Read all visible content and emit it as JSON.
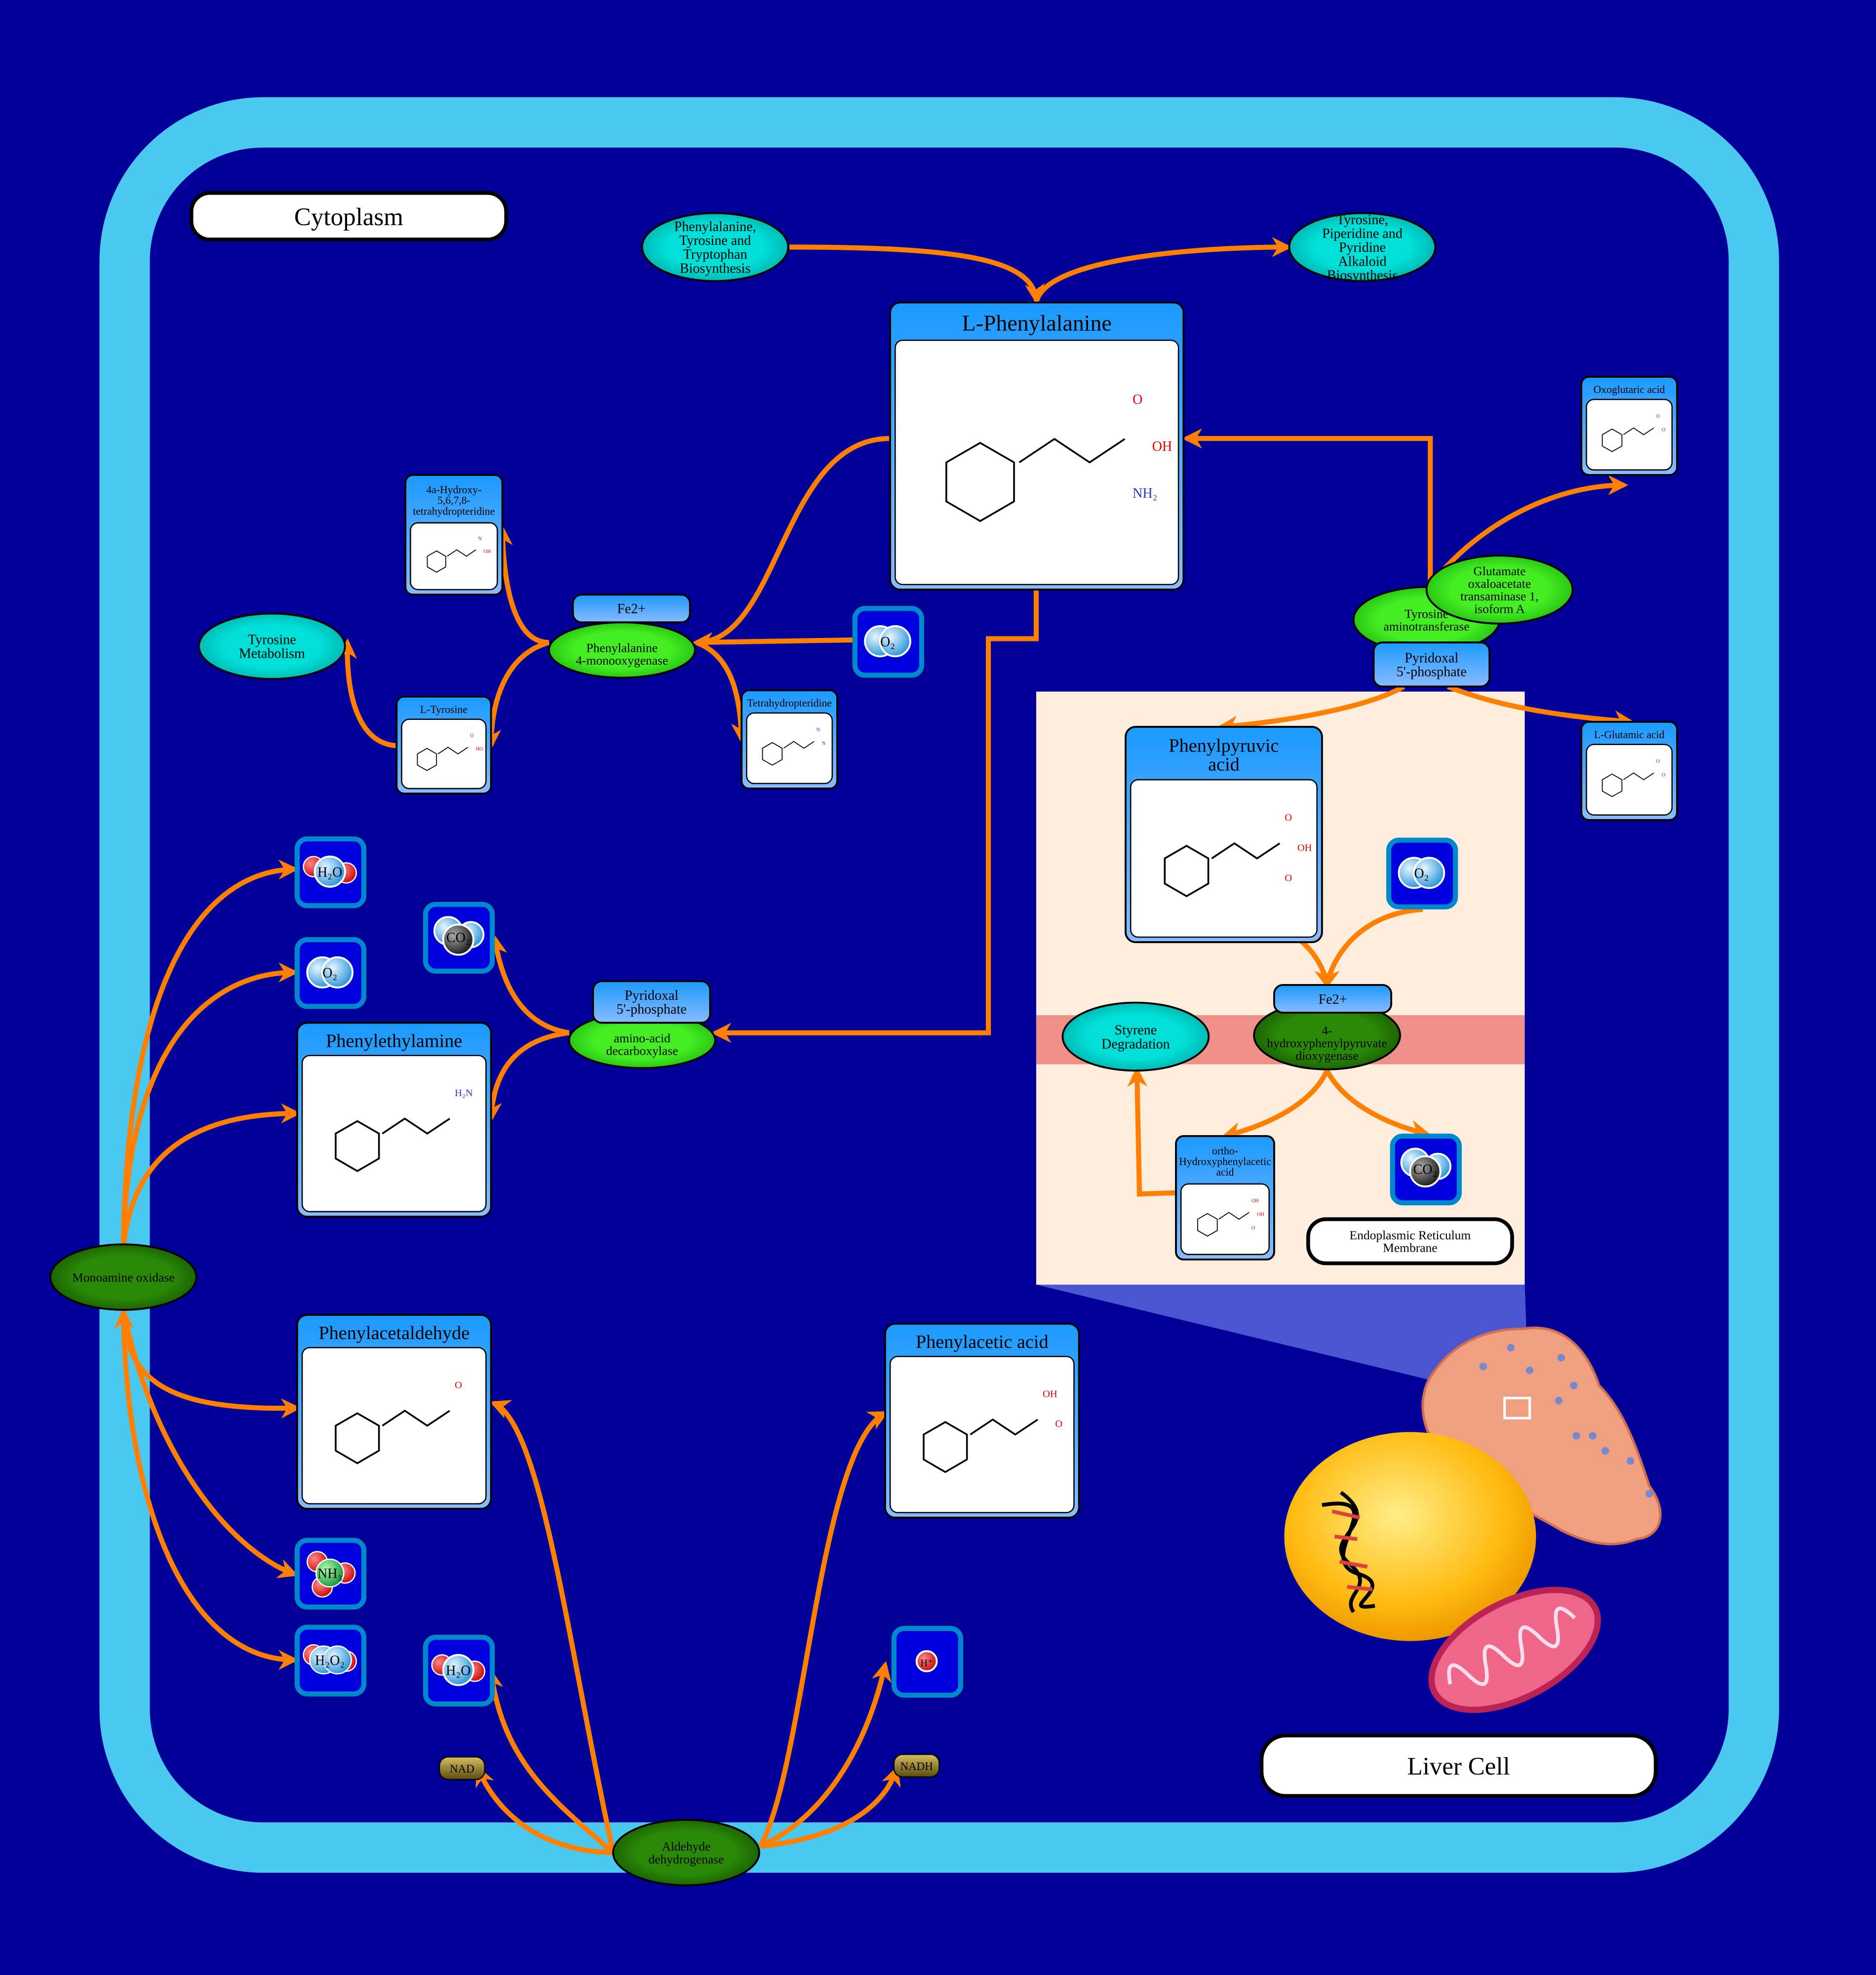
{
  "labels": {
    "cytoplasm": "Cytoplasm",
    "liver_cell": "Liver Cell",
    "er_membrane": [
      "Endoplasmic Reticulum",
      "Membrane"
    ]
  },
  "colors": {
    "background": "#000099",
    "cell_wall": "#4AC8F0",
    "arrow": "#FF8000",
    "er_panel": "#FFEEDD",
    "er_band": "#EE9088",
    "pathway": "#00DDD4",
    "enzyme_light": "#44EE22",
    "enzyme_dark": "#228800",
    "compound_header": "#1A9AFF"
  },
  "pathways": [
    {
      "lines": [
        "Phenylalanine,",
        "Tyrosine and",
        "Tryptophan",
        "Biosynthesis"
      ]
    },
    {
      "lines": [
        "Tyrosine,",
        "Piperidine and",
        "Pyridine",
        "Alkaloid",
        "Biosynthesis"
      ]
    },
    {
      "lines": [
        "Tyrosine",
        "Metabolism"
      ]
    },
    {
      "lines": [
        "Styrene",
        "Degradation"
      ]
    }
  ],
  "compounds": [
    {
      "lines": [
        "L-Phenylalanine"
      ],
      "atoms": [
        "O",
        "OH",
        "NH₂"
      ]
    },
    {
      "lines": [
        "Phenylpyruvic",
        "acid"
      ],
      "atoms": [
        "O",
        "OH",
        "O"
      ]
    },
    {
      "lines": [
        "Phenylethylamine"
      ],
      "atoms": [
        "H₂N"
      ]
    },
    {
      "lines": [
        "Phenylacetaldehyde"
      ],
      "atoms": [
        "O"
      ]
    },
    {
      "lines": [
        "Phenylacetic acid"
      ],
      "atoms": [
        "OH",
        "O"
      ]
    },
    {
      "lines": [
        "4a-Hydroxy-",
        "5,6,7,8-",
        "tetrahydropteridine"
      ],
      "atoms": [
        "N",
        "OH"
      ]
    },
    {
      "lines": [
        "L-Tyrosine"
      ],
      "atoms": [
        "O",
        "HO"
      ]
    },
    {
      "lines": [
        "Tetrahydropteridine"
      ],
      "atoms": [
        "N",
        "N"
      ]
    },
    {
      "lines": [
        "Oxoglutaric acid"
      ],
      "atoms": [
        "O",
        "O"
      ]
    },
    {
      "lines": [
        "L-Glutamic acid"
      ],
      "atoms": [
        "O",
        "O"
      ]
    },
    {
      "lines": [
        "ortho-",
        "Hydroxyphenylacetic",
        "acid"
      ],
      "atoms": [
        "OH",
        "OH",
        "O"
      ]
    }
  ],
  "enzymes": [
    {
      "lines": [
        "Phenylalanine",
        "4-monooxygenase"
      ]
    },
    {
      "lines": [
        "Tyrosine",
        "aminotransferase"
      ]
    },
    {
      "lines": [
        "Glutamate",
        "oxaloacetate",
        "transaminase 1,",
        "isoform A"
      ]
    },
    {
      "lines": [
        "amino-acid",
        "decarboxylase"
      ]
    },
    {
      "lines": [
        "Monoamine oxidase"
      ]
    },
    {
      "lines": [
        "Aldehyde",
        "dehydrogenase"
      ]
    },
    {
      "lines": [
        "4-",
        "hydroxyphenylpyruvate",
        "dioxygenase"
      ]
    }
  ],
  "cofactors": [
    {
      "lines": [
        "Fe2+"
      ]
    },
    {
      "lines": [
        "Pyridoxal",
        "5'-phosphate"
      ]
    },
    {
      "lines": [
        "Pyridoxal",
        "5'-phosphate"
      ]
    },
    {
      "lines": [
        "Fe2+"
      ]
    }
  ],
  "small_molecules": [
    {
      "formula": "H₂O",
      "icon": "water-molecule-icon"
    },
    {
      "formula": "O₂",
      "icon": "oxygen-molecule-icon"
    },
    {
      "formula": "CO₂",
      "icon": "carbon-dioxide-molecule-icon"
    },
    {
      "formula": "O₂",
      "icon": "oxygen-molecule-icon"
    },
    {
      "formula": "O₂",
      "icon": "oxygen-molecule-icon"
    },
    {
      "formula": "CO₂",
      "icon": "carbon-dioxide-molecule-icon"
    },
    {
      "formula": "NH₃",
      "icon": "ammonia-molecule-icon"
    },
    {
      "formula": "H₂O₂",
      "icon": "hydrogen-peroxide-molecule-icon"
    },
    {
      "formula": "H₂O",
      "icon": "water-molecule-icon"
    },
    {
      "formula": "H⁺",
      "icon": "proton-icon"
    }
  ],
  "carriers": [
    {
      "label": "NAD"
    },
    {
      "label": "NADH"
    }
  ]
}
